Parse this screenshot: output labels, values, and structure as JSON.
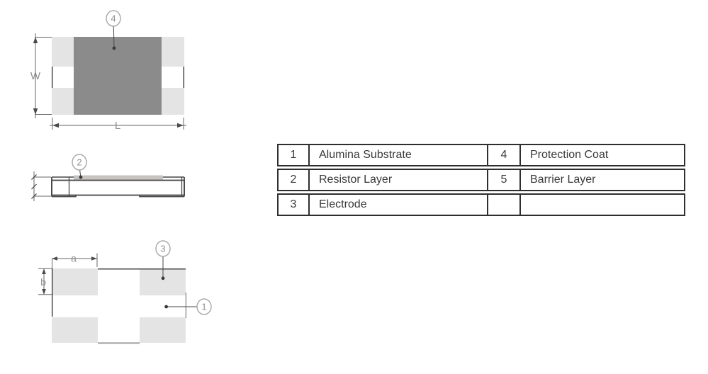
{
  "figure": {
    "top_view": {
      "callout": "4",
      "dim_width": "W",
      "dim_length": "L"
    },
    "side_view": {
      "callout": "2"
    },
    "bottom_view": {
      "callout_substrate": "1",
      "callout_electrode": "3",
      "dim_a": "a",
      "dim_b": "b"
    }
  },
  "legend_table": {
    "rows": [
      {
        "num_left": "1",
        "label_left": "Alumina Substrate",
        "num_right": "4",
        "label_right": "Protection Coat"
      },
      {
        "num_left": "2",
        "label_left": "Resistor Layer",
        "num_right": "5",
        "label_right": "Barrier Layer"
      },
      {
        "num_left": "3",
        "label_left": "Electrode",
        "num_right": "",
        "label_right": ""
      }
    ]
  },
  "colors": {
    "pad_gray": "#e4e4e4",
    "protection_coat": "#8b8b8b",
    "resistor_layer": "#c7c4c0",
    "line_dark": "#474747",
    "annotation_gray": "#919191"
  }
}
